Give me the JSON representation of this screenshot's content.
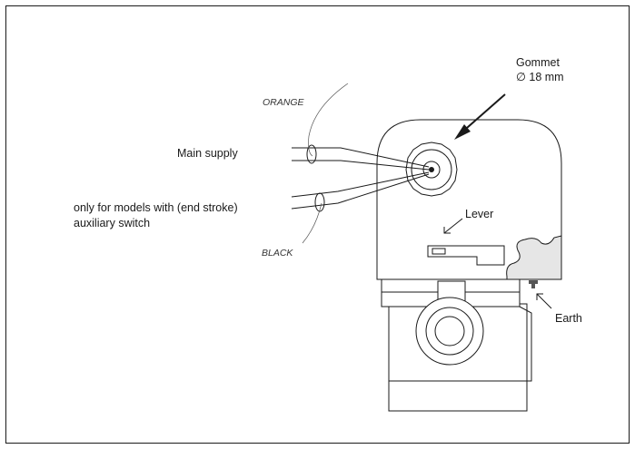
{
  "labels": {
    "grommet_title": "Gommet",
    "grommet_size": "∅ 18  mm",
    "orange_wire": "ORANGE",
    "black_wire": "BLACK",
    "main_supply": "Main supply",
    "aux_line1": "only for models with (end stroke)",
    "aux_line2": "auxiliary switch",
    "lever": "Lever",
    "earth": "Earth"
  },
  "colors": {
    "line": "#1a1a1a",
    "cutaway": "#e6e6e6"
  }
}
